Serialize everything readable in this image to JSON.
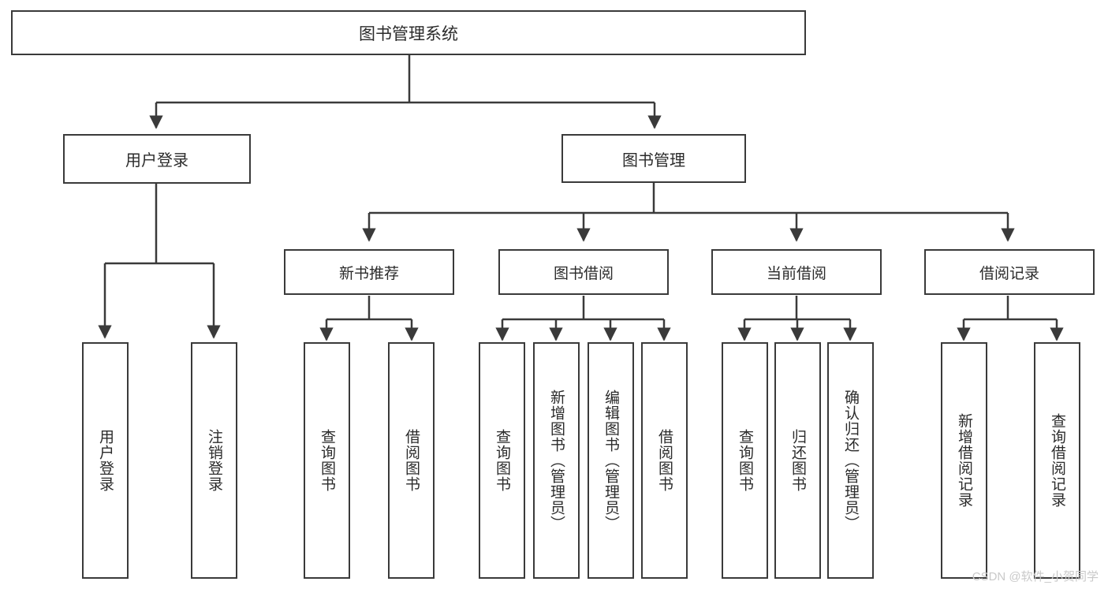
{
  "diagram": {
    "title": "图书管理系统",
    "type": "tree",
    "root": {
      "label": "图书管理系统"
    },
    "level2": [
      {
        "label": "用户登录"
      },
      {
        "label": "图书管理"
      }
    ],
    "level3": [
      {
        "label": "新书推荐"
      },
      {
        "label": "图书借阅"
      },
      {
        "label": "当前借阅"
      },
      {
        "label": "借阅记录"
      }
    ],
    "leaves": {
      "user_login": [
        {
          "label": "用户登录"
        },
        {
          "label": "注销登录"
        }
      ],
      "new_book_recommend": [
        {
          "label": "查询图书"
        },
        {
          "label": "借阅图书"
        }
      ],
      "book_borrow": [
        {
          "label": "查询图书"
        },
        {
          "label": "新增图书（管理员）"
        },
        {
          "label": "编辑图书（管理员）"
        },
        {
          "label": "借阅图书"
        }
      ],
      "current_borrow": [
        {
          "label": "查询图书"
        },
        {
          "label": "归还图书"
        },
        {
          "label": "确认归还（管理员）"
        }
      ],
      "borrow_record": [
        {
          "label": "新增借阅记录"
        },
        {
          "label": "查询借阅记录"
        }
      ]
    }
  },
  "watermark": {
    "text": "CSDN @软件_小贺同学"
  },
  "colors": {
    "stroke": "#3a3a3a",
    "background": "#ffffff",
    "text": "#2b2b2b",
    "watermark": "#c9c9c9"
  }
}
